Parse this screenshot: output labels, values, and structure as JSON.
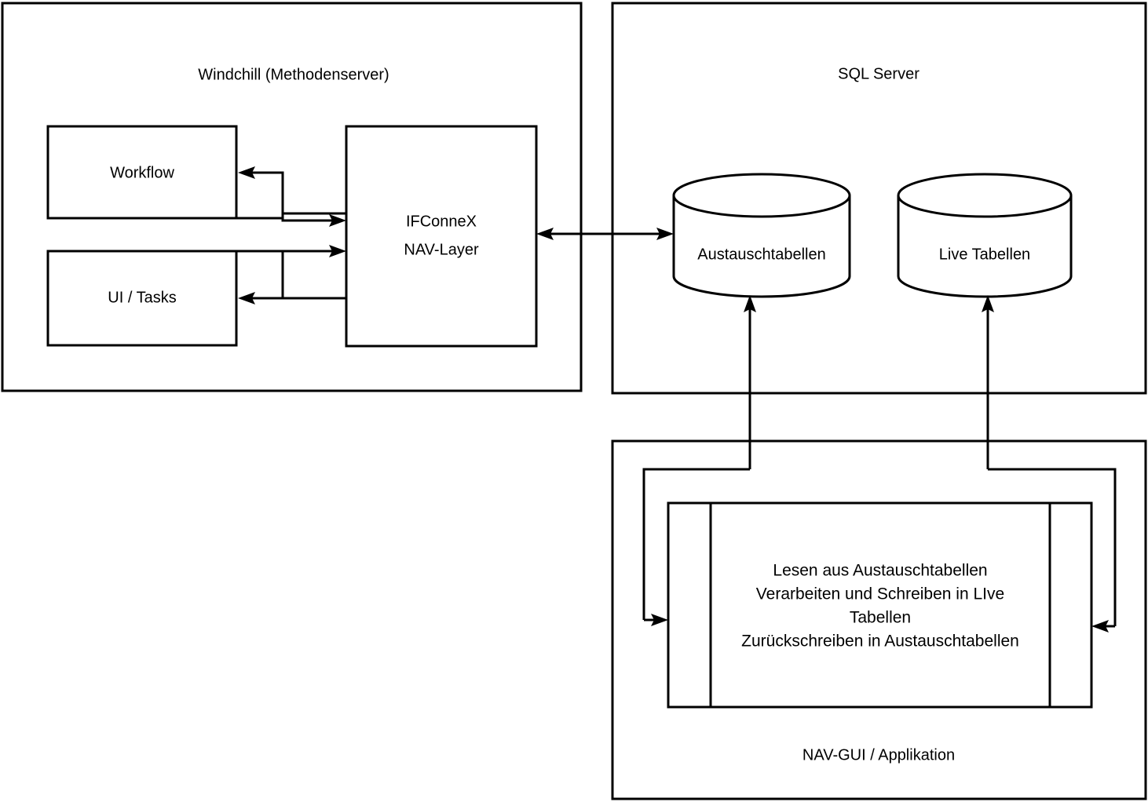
{
  "diagram": {
    "title_visible": false,
    "background_color": "#ffffff",
    "line_color": "#000000",
    "panels": [
      {
        "id": "windchill",
        "label": "Windchill (Methodenserver)",
        "label_position": "top-center"
      },
      {
        "id": "sqlserver",
        "label": "SQL Server",
        "label_position": "top-center"
      },
      {
        "id": "navgui",
        "label": "NAV-GUI / Applikation",
        "label_position": "bottom-center"
      }
    ],
    "boxes": [
      {
        "id": "workflow",
        "label": "Workflow"
      },
      {
        "id": "ui-tasks",
        "label": "UI / Tasks"
      },
      {
        "id": "ifconnex",
        "label_line1": "IFConneX",
        "label_line2": "NAV-Layer"
      }
    ],
    "cylinders": [
      {
        "id": "austauschtabellen",
        "label": "Austauschtabellen"
      },
      {
        "id": "live-tabellen",
        "label": "Live Tabellen"
      }
    ],
    "process": {
      "id": "nav-process",
      "lines": [
        "Lesen aus Austauschtabellen",
        "Verarbeiten und Schreiben in LIve",
        "Tabellen",
        "Zurückschreiben in Austauschtabellen"
      ]
    },
    "connectors": [
      {
        "id": "ifconnex-to-workflow",
        "direction": "left",
        "from": "ifconnex",
        "to": "workflow"
      },
      {
        "id": "workflow-to-ifconnex",
        "direction": "right",
        "from": "workflow",
        "to": "ifconnex"
      },
      {
        "id": "ui-tasks-to-ifconnex",
        "direction": "right",
        "from": "ui-tasks",
        "to": "ifconnex"
      },
      {
        "id": "ifconnex-to-ui-tasks",
        "direction": "left",
        "from": "ifconnex",
        "to": "ui-tasks"
      },
      {
        "id": "ifconnex-austausch",
        "direction": "both",
        "from": "ifconnex",
        "to": "austauschtabellen"
      },
      {
        "id": "process-to-austausch",
        "direction": "up",
        "from": "nav-process",
        "to": "austauschtabellen"
      },
      {
        "id": "process-to-live",
        "direction": "up",
        "from": "nav-process",
        "to": "live-tabellen"
      }
    ]
  }
}
